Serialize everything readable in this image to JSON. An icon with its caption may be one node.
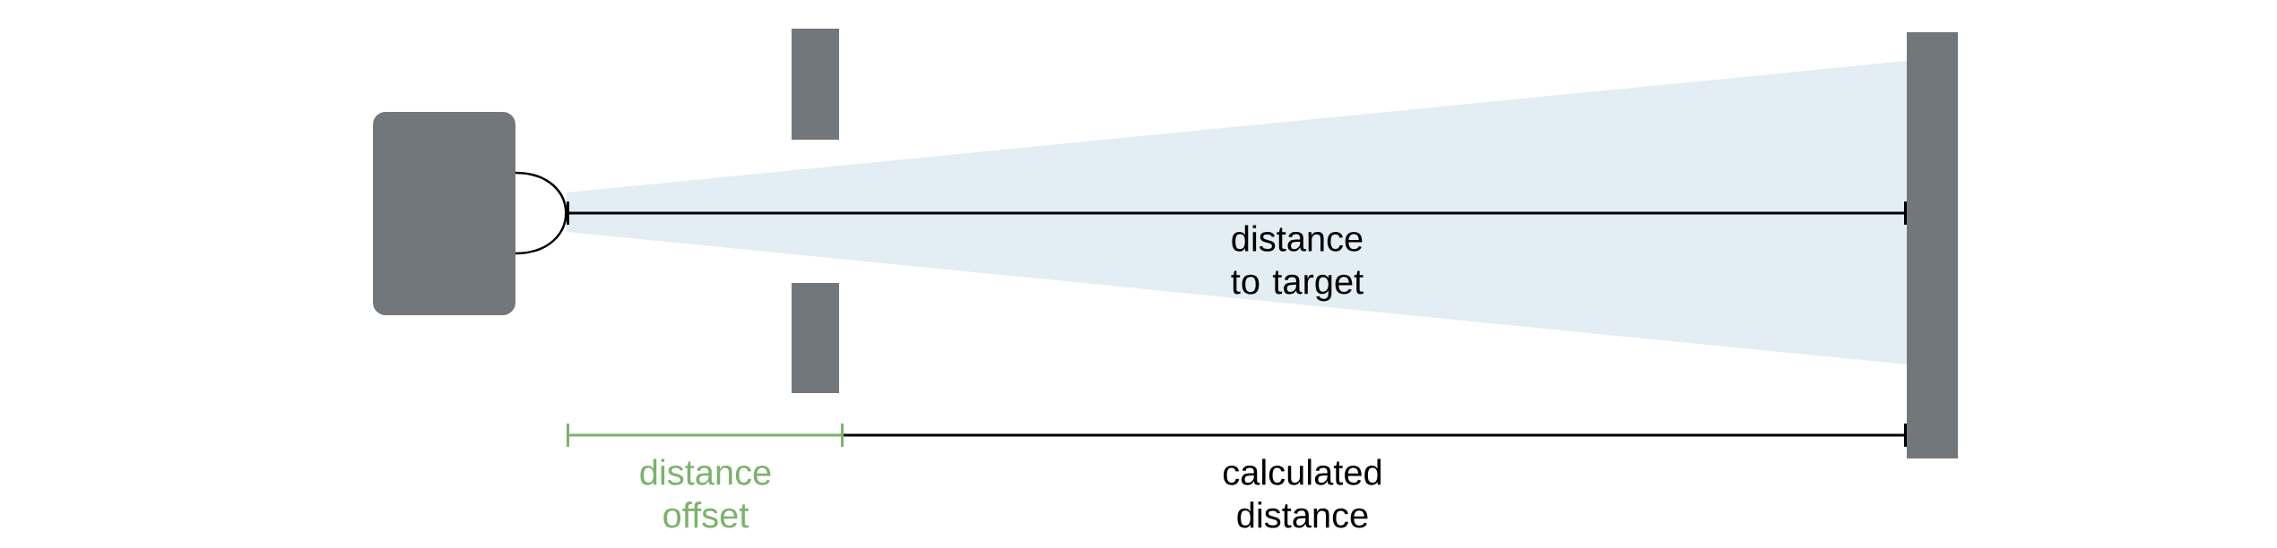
{
  "diagram": {
    "labels": [
      "distance to target",
      "distance offset",
      "calculated distance"
    ]
  }
}
